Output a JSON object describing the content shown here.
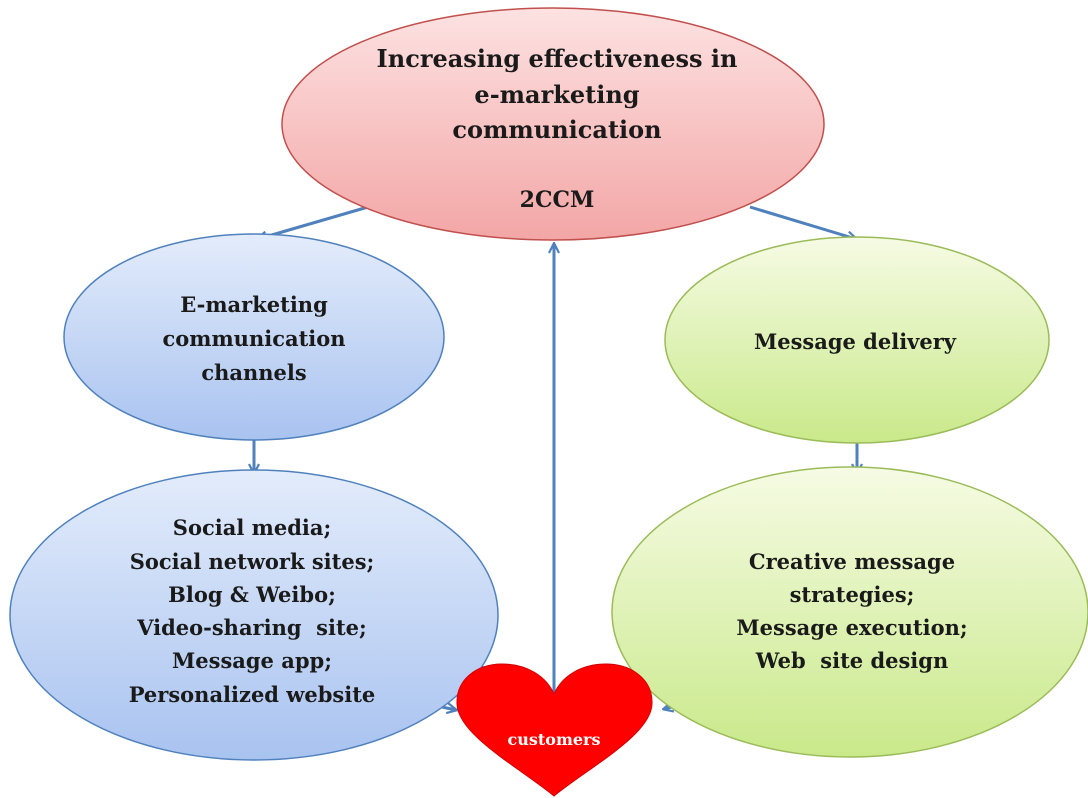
{
  "colors": {
    "top_fill_light": "#fde2e2",
    "top_fill_dark": "#f3a6a6",
    "top_stroke": "#c0504d",
    "blue_fill_light": "#e3ecfb",
    "blue_fill_dark": "#a9c3f0",
    "blue_stroke": "#4f81bd",
    "green_fill_light": "#f6fbe4",
    "green_fill_dark": "#c9e98a",
    "green_stroke": "#9bbb59",
    "heart_fill": "#ff0000",
    "arrow": "#4f81bd"
  },
  "nodes": {
    "top": {
      "lines": [
        "Increasing effectiveness in",
        "e-marketing",
        "communication"
      ],
      "sub": "2CCM"
    },
    "channels": {
      "lines": [
        "E-marketing",
        "communication",
        "channels"
      ]
    },
    "channel_list": {
      "lines": [
        "Social media;",
        "Social network sites;",
        "Blog & Weibo;",
        "Video-sharing  site;",
        "Message app;",
        "Personalized website"
      ]
    },
    "delivery": {
      "lines": [
        "Message delivery"
      ]
    },
    "strategies": {
      "lines": [
        "Creative message",
        "strategies;",
        "Message execution;",
        "Web  site design"
      ]
    },
    "customers": {
      "label": "customers"
    }
  }
}
